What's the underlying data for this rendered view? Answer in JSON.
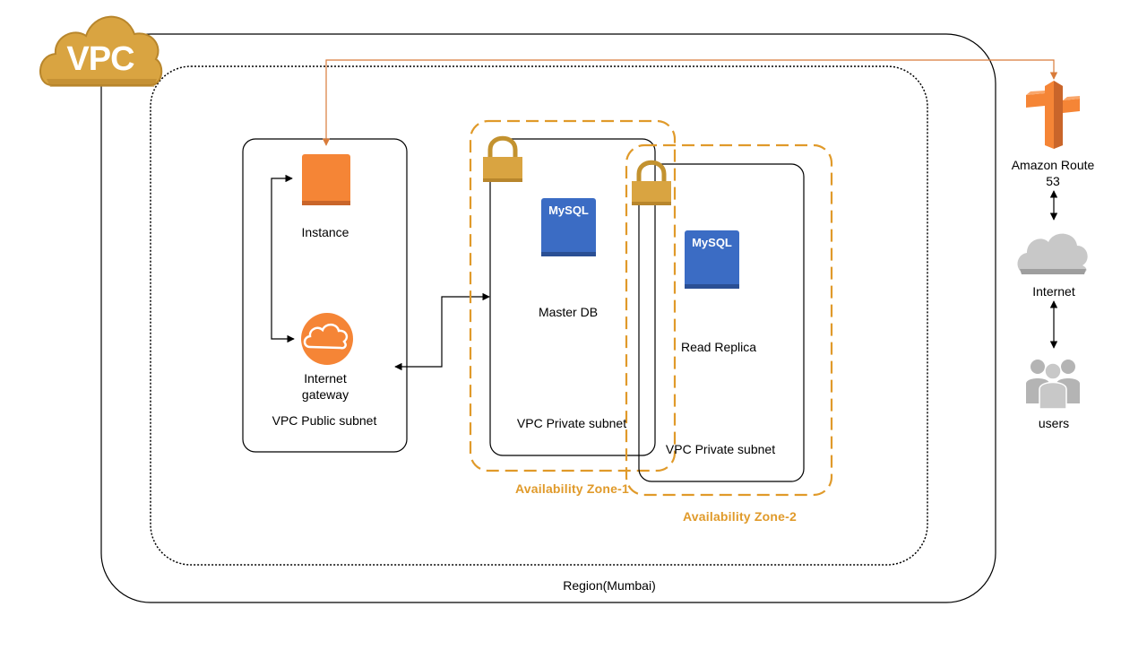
{
  "vpc_badge": "VPC",
  "region": {
    "label": "Region(Mumbai)"
  },
  "public_subnet": {
    "label": "VPC Public subnet",
    "instance_label": "Instance",
    "gateway_label_line1": "Internet",
    "gateway_label_line2": "gateway"
  },
  "zone1": {
    "label": "Availability Zone-1",
    "db_badge": "MySQL",
    "db_label": "Master DB",
    "subnet_label": "VPC  Private subnet"
  },
  "zone2": {
    "label": "Availability Zone-2",
    "db_badge": "MySQL",
    "db_label": "Read Replica",
    "subnet_label": "VPC Private subnet"
  },
  "external": {
    "route53_line1": "Amazon Route",
    "route53_line2": "53",
    "internet": "Internet",
    "users": "users"
  },
  "colors": {
    "aws_orange": "#f58536",
    "zone_orange": "#e09a2a",
    "lock_gold": "#d9a441",
    "mysql_blue": "#3b6cc4",
    "cloud_gray": "#c8c8c8",
    "vpc_gold": "#d9a441"
  },
  "icons": [
    "vpc-cloud-icon",
    "ec2-instance-icon",
    "internet-gateway-icon",
    "lock-icon",
    "mysql-icon",
    "route53-icon",
    "internet-cloud-icon",
    "users-icon"
  ]
}
